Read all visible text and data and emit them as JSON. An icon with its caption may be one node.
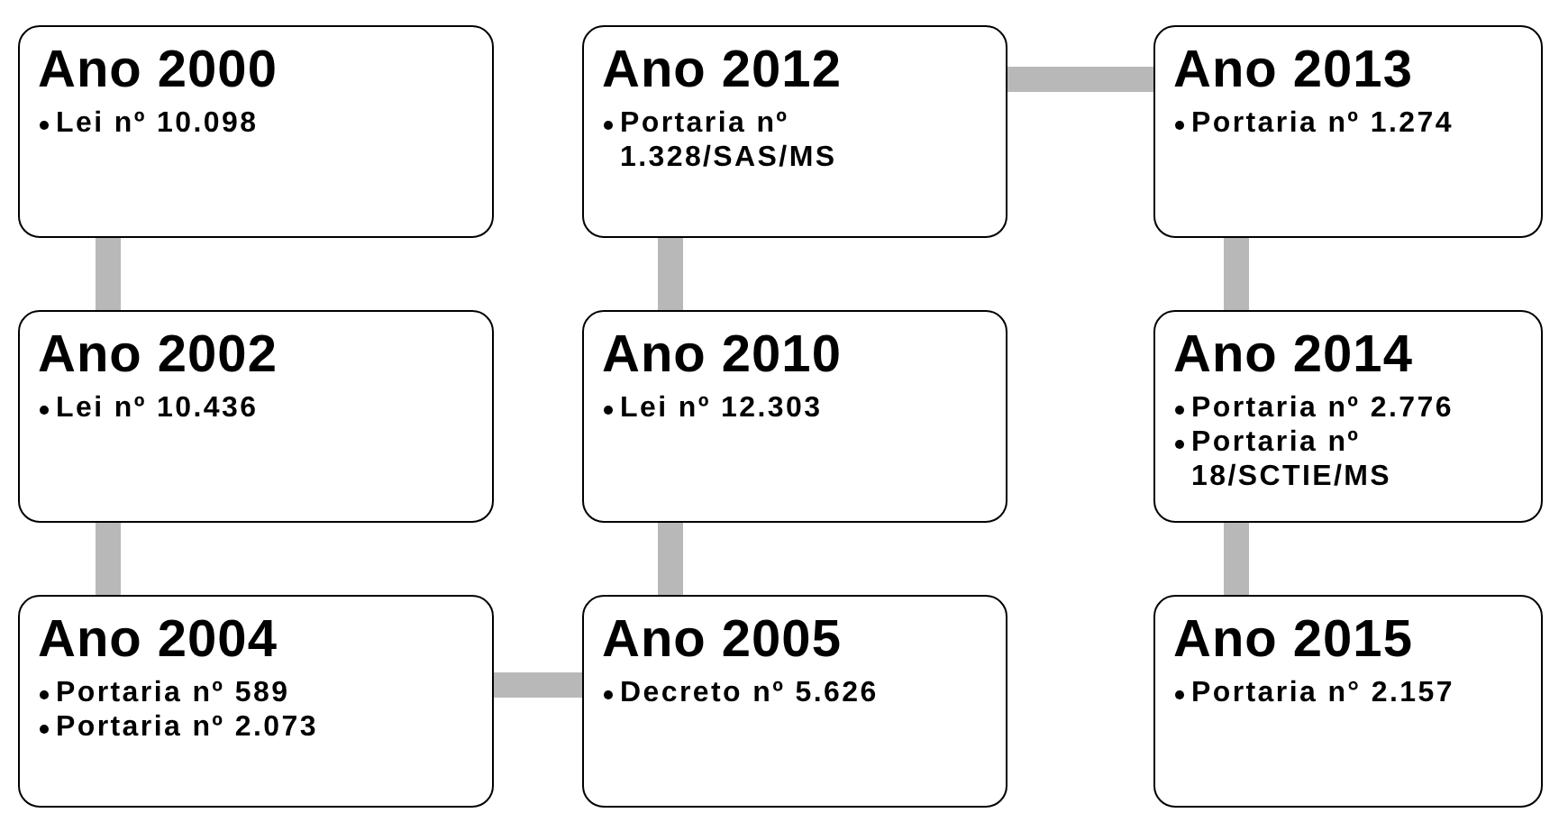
{
  "diagram": {
    "nodes": [
      {
        "text": [
          "Ano 2000",
          "Lei nº 10.098"
        ]
      },
      {
        "text": [
          "Ano 2012",
          "Portaria nº 1.328/SAS/MS"
        ]
      },
      {
        "text": [
          "Ano 2013",
          "Portaria nº 1.274"
        ]
      },
      {
        "text": [
          "Ano 2002",
          "Lei nº 10.436"
        ]
      },
      {
        "text": [
          "Ano 2010",
          "Lei nº 12.303"
        ]
      },
      {
        "text": [
          "Ano 2014",
          "Portaria nº 2.776",
          "Portaria nº 18/SCTIE/MS"
        ]
      },
      {
        "text": [
          "Ano 2004",
          "Portaria nº 589",
          "Portaria nº 2.073"
        ]
      },
      {
        "text": [
          "Ano 2005",
          "Decreto nº 5.626"
        ]
      },
      {
        "text": [
          "Ano 2015",
          "Portaria n° 2.157"
        ]
      }
    ],
    "edges": [
      {
        "from": 0,
        "to": 3,
        "arrow": "none"
      },
      {
        "from": 3,
        "to": 6,
        "arrow": "none"
      },
      {
        "from": 6,
        "to": 7,
        "arrow": "none"
      },
      {
        "from": 7,
        "to": 4,
        "arrow": "none"
      },
      {
        "from": 4,
        "to": 1,
        "arrow": "none"
      },
      {
        "from": 1,
        "to": 2,
        "arrow": "none"
      },
      {
        "from": 2,
        "to": 5,
        "arrow": "none"
      },
      {
        "from": 5,
        "to": 8,
        "arrow": "none"
      }
    ]
  }
}
